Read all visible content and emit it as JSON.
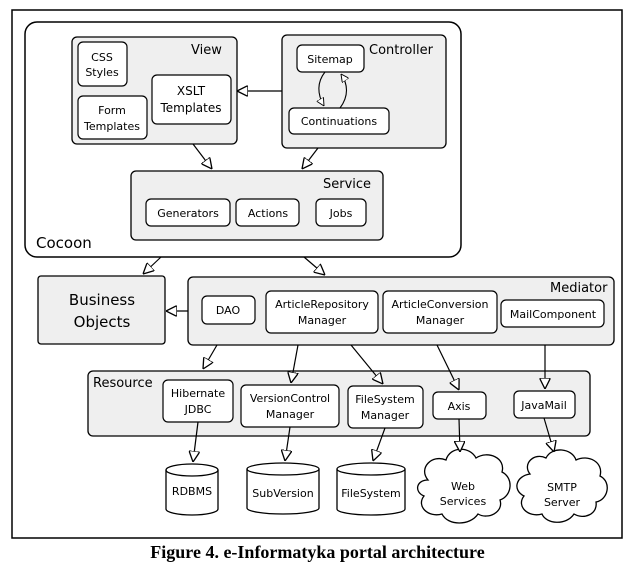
{
  "caption": "Figure 4. e-Informatyka portal architecture",
  "cocoon": {
    "label": "Cocoon",
    "view": {
      "label": "View",
      "css_styles": [
        "CSS",
        "Styles"
      ],
      "xslt_templates": [
        "XSLT",
        "Templates"
      ],
      "form_templates": [
        "Form",
        "Templates"
      ]
    },
    "controller": {
      "label": "Controller",
      "sitemap": "Sitemap",
      "continuations": "Continuations"
    },
    "service": {
      "label": "Service",
      "generators": "Generators",
      "actions": "Actions",
      "jobs": "Jobs"
    }
  },
  "business_objects": [
    "Business",
    "Objects"
  ],
  "mediator": {
    "label": "Mediator",
    "dao": "DAO",
    "article_repository": [
      "ArticleRepository",
      "Manager"
    ],
    "article_conversion": [
      "ArticleConversion",
      "Manager"
    ],
    "mail_component": "MailComponent"
  },
  "resource": {
    "label": "Resource",
    "hibernate": [
      "Hibernate",
      "JDBC"
    ],
    "version_control": [
      "VersionControl",
      "Manager"
    ],
    "filesystem_manager": [
      "FileSystem",
      "Manager"
    ],
    "axis": "Axis",
    "javamail": "JavaMail"
  },
  "stores": {
    "rdbms": "RDBMS",
    "subversion": "SubVersion",
    "filesystem": "FileSystem"
  },
  "clouds": {
    "web_services": [
      "Web",
      "Services"
    ],
    "smtp_server": [
      "SMTP",
      "Server"
    ]
  }
}
